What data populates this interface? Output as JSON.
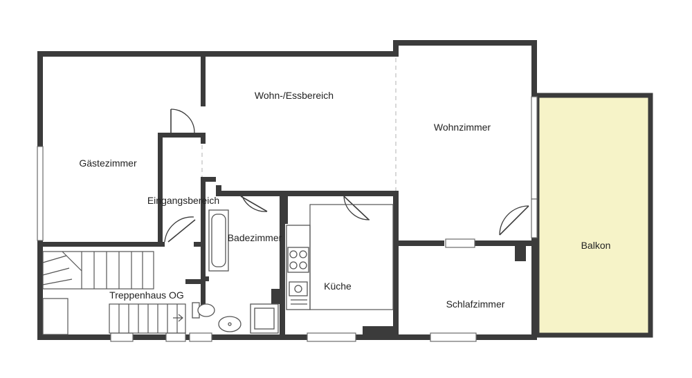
{
  "rooms": {
    "gaestezimmer": "Gästezimmer",
    "wohn_ess": "Wohn-/Essbereich",
    "wohnzimmer": "Wohnzimmer",
    "eingangsbereich": "Eingangsbereich",
    "badezimmer": "Badezimmer",
    "kueche": "Küche",
    "schlafzimmer": "Schlafzimmer",
    "treppenhaus": "Treppenhaus OG",
    "balkon": "Balkon"
  },
  "colors": {
    "wall": "#3b3b3b",
    "balcony_fill": "#f6f3c8",
    "background": "#ffffff"
  }
}
